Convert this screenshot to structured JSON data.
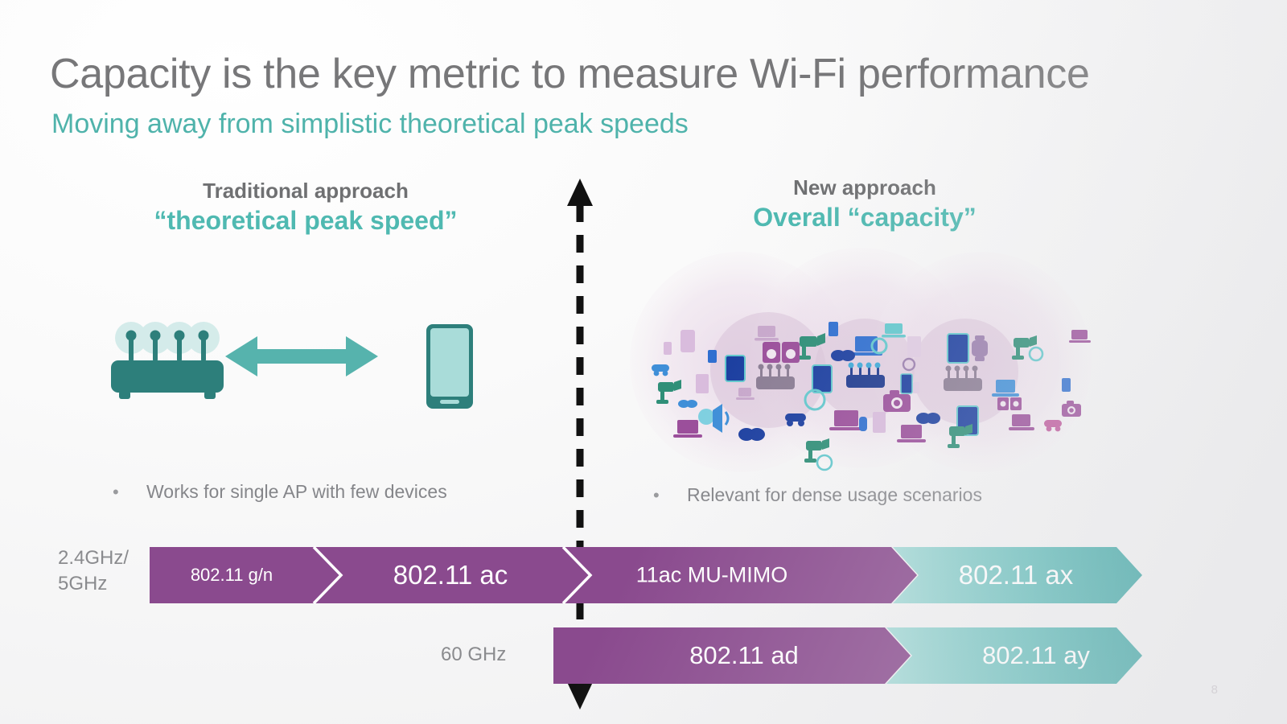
{
  "slide": {
    "title": "Capacity is the key metric to measure Wi-Fi performance",
    "subtitle": "Moving away from simplistic theoretical peak speeds",
    "page_number": "8"
  },
  "colors": {
    "title_gray": "#777779",
    "accent_teal": "#4fb3ab",
    "heading_gray": "#6f7072",
    "heading_teal": "#4fb9b1",
    "bullet_gray": "#85868a",
    "chevron_purple": "#8a4a8e",
    "chevron_teal_light": "#a9dcd9",
    "chevron_teal_dark": "#2fa19f",
    "label_gray": "#8a8b8e"
  },
  "columns": {
    "left": {
      "kicker": "Traditional approach",
      "headline": "“theoretical peak speed”",
      "bullet_marker": "•",
      "bullet": "Works for single AP with few devices",
      "illustration": "router-to-phone-double-arrow"
    },
    "right": {
      "kicker": "New approach",
      "headline": "Overall “capacity”",
      "bullet_marker": "•",
      "bullet": "Relevant for dense usage scenarios",
      "illustration": "dense-device-cloud"
    }
  },
  "divider": {
    "style": "dashed-double-arrow-vertical",
    "color": "#111111"
  },
  "timeline": {
    "rows": [
      {
        "band_label": "2.4GHz/\n5GHz",
        "band_label_lines": [
          "2.4GHz/",
          "5GHz"
        ],
        "segments": [
          {
            "label": "802.11 g/n",
            "color": "purple",
            "font_size": 22
          },
          {
            "label": "802.11 ac",
            "color": "purple",
            "font_size": 33
          },
          {
            "label": "11ac MU-MIMO",
            "color": "purple",
            "font_size": 27
          },
          {
            "label": "802.11 ax",
            "color": "teal",
            "font_size": 33
          }
        ]
      },
      {
        "band_label": "60 GHz",
        "band_label_lines": [
          "60 GHz"
        ],
        "segments": [
          {
            "label": "802.11 ad",
            "color": "purple",
            "font_size": 31
          },
          {
            "label": "802.11 ay",
            "color": "teal",
            "font_size": 31
          }
        ]
      }
    ]
  }
}
